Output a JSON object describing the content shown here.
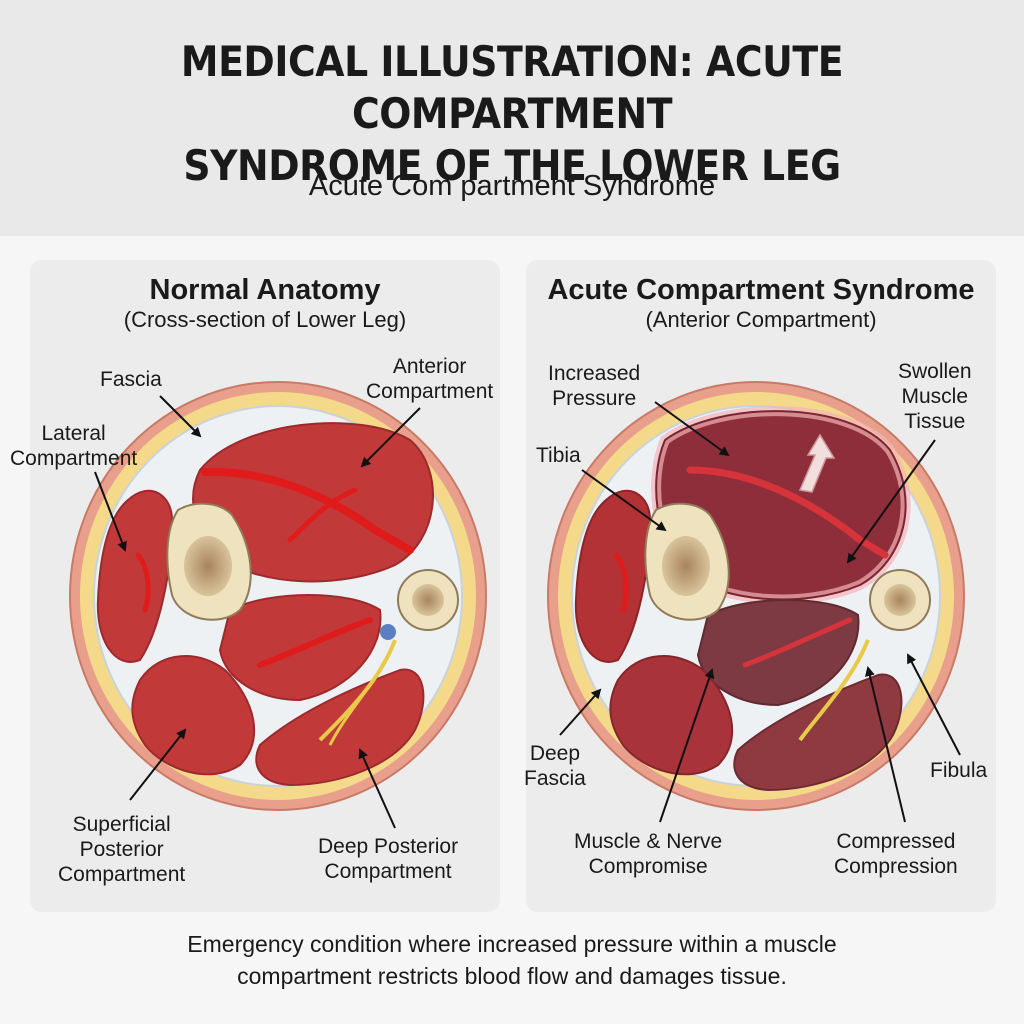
{
  "header": {
    "title_line1": "MEDICAL ILLUSTRATION: ACUTE COMPARTMENT",
    "title_line2": "SYNDROME OF THE LOWER LEG",
    "subtitle": "Acute  Com partment Syndrome"
  },
  "left_panel": {
    "title": "Normal Anatomy",
    "subtitle": "(Cross-section of Lower Leg)",
    "labels": {
      "fascia": "Fascia",
      "anterior_1": "Anterior",
      "anterior_2": "Compartment",
      "lateral_1": "Lateral",
      "lateral_2": "Compartment",
      "superficial_1": "Superficial",
      "superficial_2": "Posterior",
      "superficial_3": "Compartment",
      "deep_post_1": "Deep Posterior",
      "deep_post_2": "Compartment"
    }
  },
  "right_panel": {
    "title": "Acute Compartment Syndrome",
    "subtitle": "(Anterior Compartment)",
    "labels": {
      "pressure_1": "Increased",
      "pressure_2": "Pressure",
      "swollen_1": "Swollen",
      "swollen_2": "Muscle",
      "swollen_3": "Tissue",
      "tibia": "Tibia",
      "deep_fascia_1": "Deep",
      "deep_fascia_2": "Fascia",
      "fibula": "Fibula",
      "compromise_1": "Muscle & Nerve",
      "compromise_2": "Compromise",
      "compressed_1": "Compressed",
      "compressed_2": "Compression"
    }
  },
  "footer": {
    "line1": "Emergency condition where increased pressure within a muscle",
    "line2": "compartment restricts blood flow and damages tissue."
  },
  "colors": {
    "skin": "#e8a08c",
    "fat": "#f4d98a",
    "muscle": "#c2393a",
    "swollen_muscle": "#8e2e3a",
    "bone": "#efe2bf",
    "vessel": "#e01b1b",
    "nerve": "#e8c94a"
  }
}
